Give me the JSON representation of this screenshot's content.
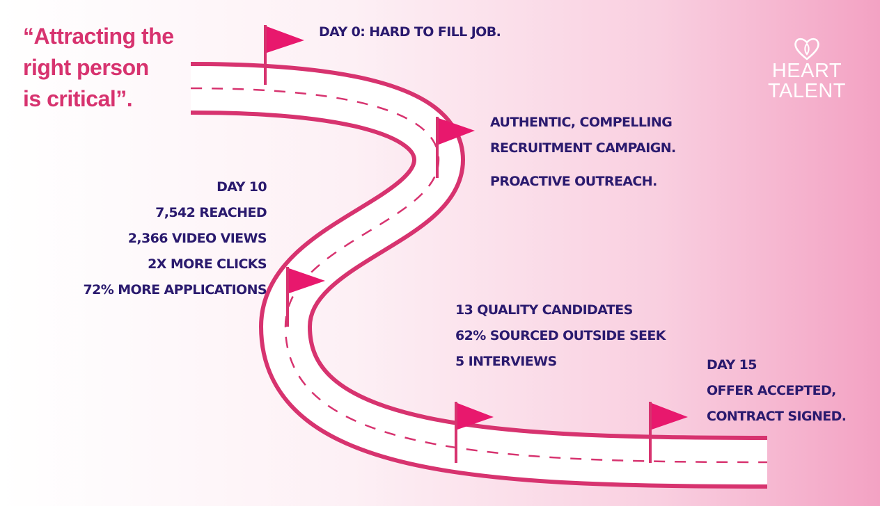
{
  "quote": {
    "lines": [
      "“Attracting the",
      "right person",
      "is critical”."
    ]
  },
  "logo": {
    "icon": "heart-outline-icon",
    "line1": "HEART",
    "line2": "TALENT"
  },
  "milestones": {
    "day0": [
      "DAY 0: HARD TO FILL JOB."
    ],
    "campaign": [
      "AUTHENTIC, COMPELLING",
      "RECRUITMENT CAMPAIGN."
    ],
    "outreach": [
      "PROACTIVE OUTREACH."
    ],
    "day10": [
      "DAY 10",
      "7,542 REACHED",
      "2,366 VIDEO VIEWS",
      "2X MORE CLICKS",
      "72% MORE APPLICATIONS"
    ],
    "candidates": [
      "13 QUALITY CANDIDATES",
      "62% SOURCED OUTSIDE SEEK",
      "5 INTERVIEWS"
    ],
    "day15": [
      "DAY 15",
      "OFFER ACCEPTED,",
      "CONTRACT SIGNED."
    ]
  },
  "colors": {
    "road_border": "#d7336f",
    "flag": "#e8186d",
    "quote": "#d7336f",
    "label": "#2a1a6e",
    "logo": "#ffffff"
  }
}
